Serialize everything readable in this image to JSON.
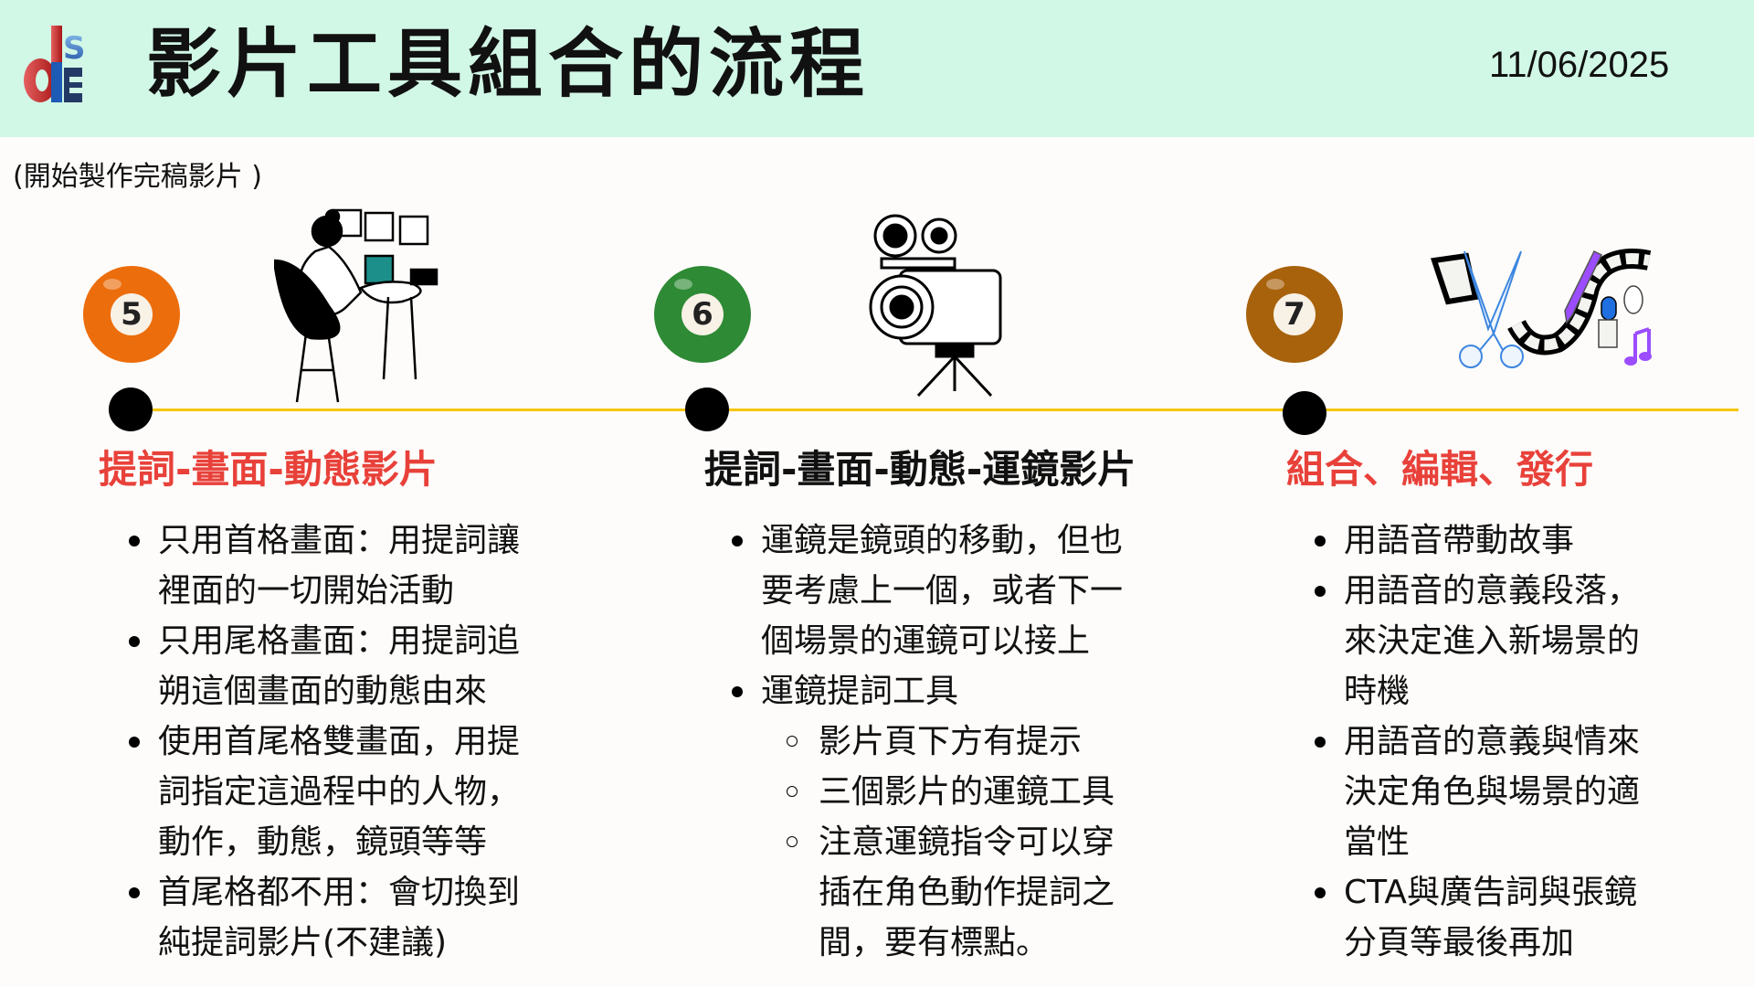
{
  "header": {
    "logo_text": "dSIE",
    "title": "影片工具組合的流程",
    "date": "11/06/2025"
  },
  "subtitle": "(開始製作完稿影片 )",
  "colors": {
    "header_bg": "#d1f7e6",
    "accent_red": "#e8413a",
    "timeline": "#f7c600",
    "ball5": "#ec6d0b",
    "ball6": "#2e8a35",
    "ball7": "#a8620c"
  },
  "steps": [
    {
      "number": "5",
      "heading": "提詞-畫面-動態影片",
      "heading_color": "#e8413a",
      "illustration": "person-at-desk-illustration",
      "bullets": [
        {
          "level": 0,
          "lines": [
            "只用首格畫面：用提詞讓",
            "裡面的一切開始活動"
          ]
        },
        {
          "level": 0,
          "lines": [
            "只用尾格畫面：用提詞追",
            "朔這個畫面的動態由來"
          ]
        },
        {
          "level": 0,
          "lines": [
            "使用首尾格雙畫面，用提",
            "詞指定這過程中的人物，",
            "動作，動態，鏡頭等等"
          ]
        },
        {
          "level": 0,
          "lines": [
            "首尾格都不用：會切換到",
            "純提詞影片(不建議)"
          ]
        }
      ]
    },
    {
      "number": "6",
      "heading": "提詞-畫面-動態-運鏡影片",
      "heading_color": "#111111",
      "illustration": "video-camera-illustration",
      "bullets": [
        {
          "level": 0,
          "lines": [
            "運鏡是鏡頭的移動，但也",
            "要考慮上一個，或者下一",
            "個場景的運鏡可以接上"
          ]
        },
        {
          "level": 0,
          "lines": [
            "運鏡提詞工具"
          ]
        },
        {
          "level": 1,
          "lines": [
            "影片頁下方有提示"
          ]
        },
        {
          "level": 1,
          "lines": [
            "三個影片的運鏡工具"
          ]
        },
        {
          "level": 1,
          "lines": [
            "注意運鏡指令可以穿",
            "插在角色動作提詞之",
            "間，要有標點。"
          ]
        }
      ]
    },
    {
      "number": "7",
      "heading": "組合、編輯、發行",
      "heading_color": "#e8413a",
      "illustration": "editing-tools-illustration",
      "bullets": [
        {
          "level": 0,
          "lines": [
            "用語音帶動故事"
          ]
        },
        {
          "level": 0,
          "lines": [
            "用語音的意義段落，",
            "來決定進入新場景的",
            "時機"
          ]
        },
        {
          "level": 0,
          "lines": [
            "用語音的意義與情來",
            "決定角色與場景的適",
            "當性"
          ]
        },
        {
          "level": 0,
          "lines": [
            "CTA與廣告詞與張鏡",
            "分頁等最後再加"
          ]
        }
      ]
    }
  ]
}
